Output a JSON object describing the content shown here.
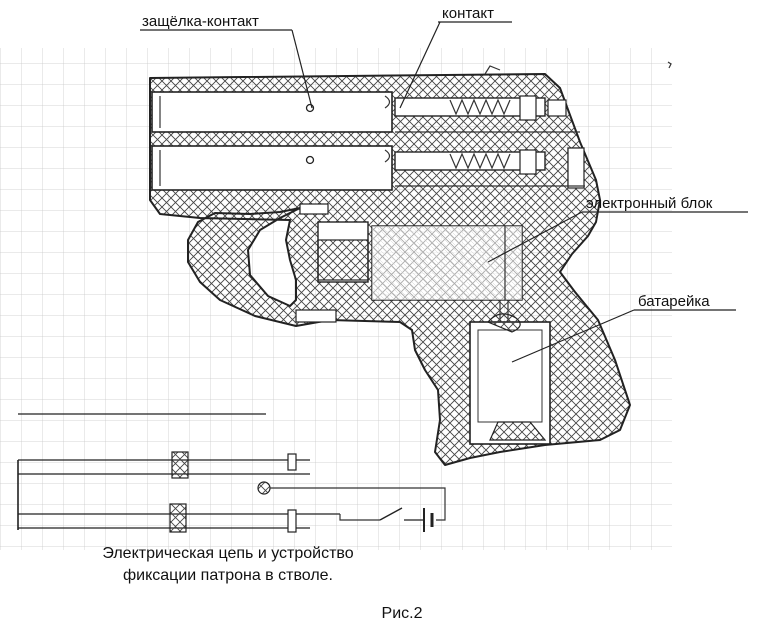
{
  "labels": {
    "latch_contact": "защёлка-контакт",
    "contact": "контакт",
    "electronic_block": "электронный блок",
    "battery": "батарейка"
  },
  "caption": {
    "line1": "Электрическая цепь и устройство",
    "line2": "фиксации патрона в стволе."
  },
  "figure_number": "Рис.2"
}
